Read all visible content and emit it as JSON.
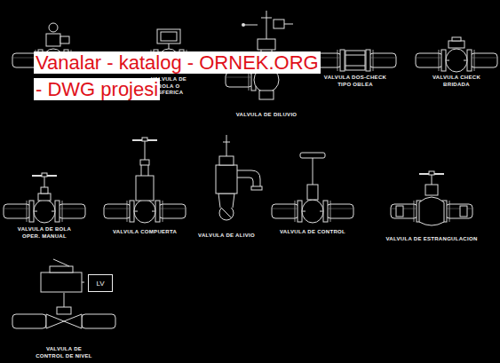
{
  "diagram": {
    "nodes": [
      {
        "text": [
          "LV"
        ]
      }
    ],
    "labels": [
      "Vanalar - katalog - ORNEK.ORG - DWG projesi",
      "VALVULA DE BOLA O ESFERICA",
      "VALVULA DE DILUVIO",
      "VALVULA DOS-CHECK TIPO OBLEA",
      "VALVULA CHECK BRIDADA",
      "VALVULA DE BOLA OPER. MANUAL",
      "VALVULA COMPUERTA",
      "VALVULA DE ALIVIO",
      "VALVULA DE CONTROL",
      "VALVULA DE ESTRANGULACION",
      "VALVULA DE CONTROL DE NIVEL"
    ]
  }
}
